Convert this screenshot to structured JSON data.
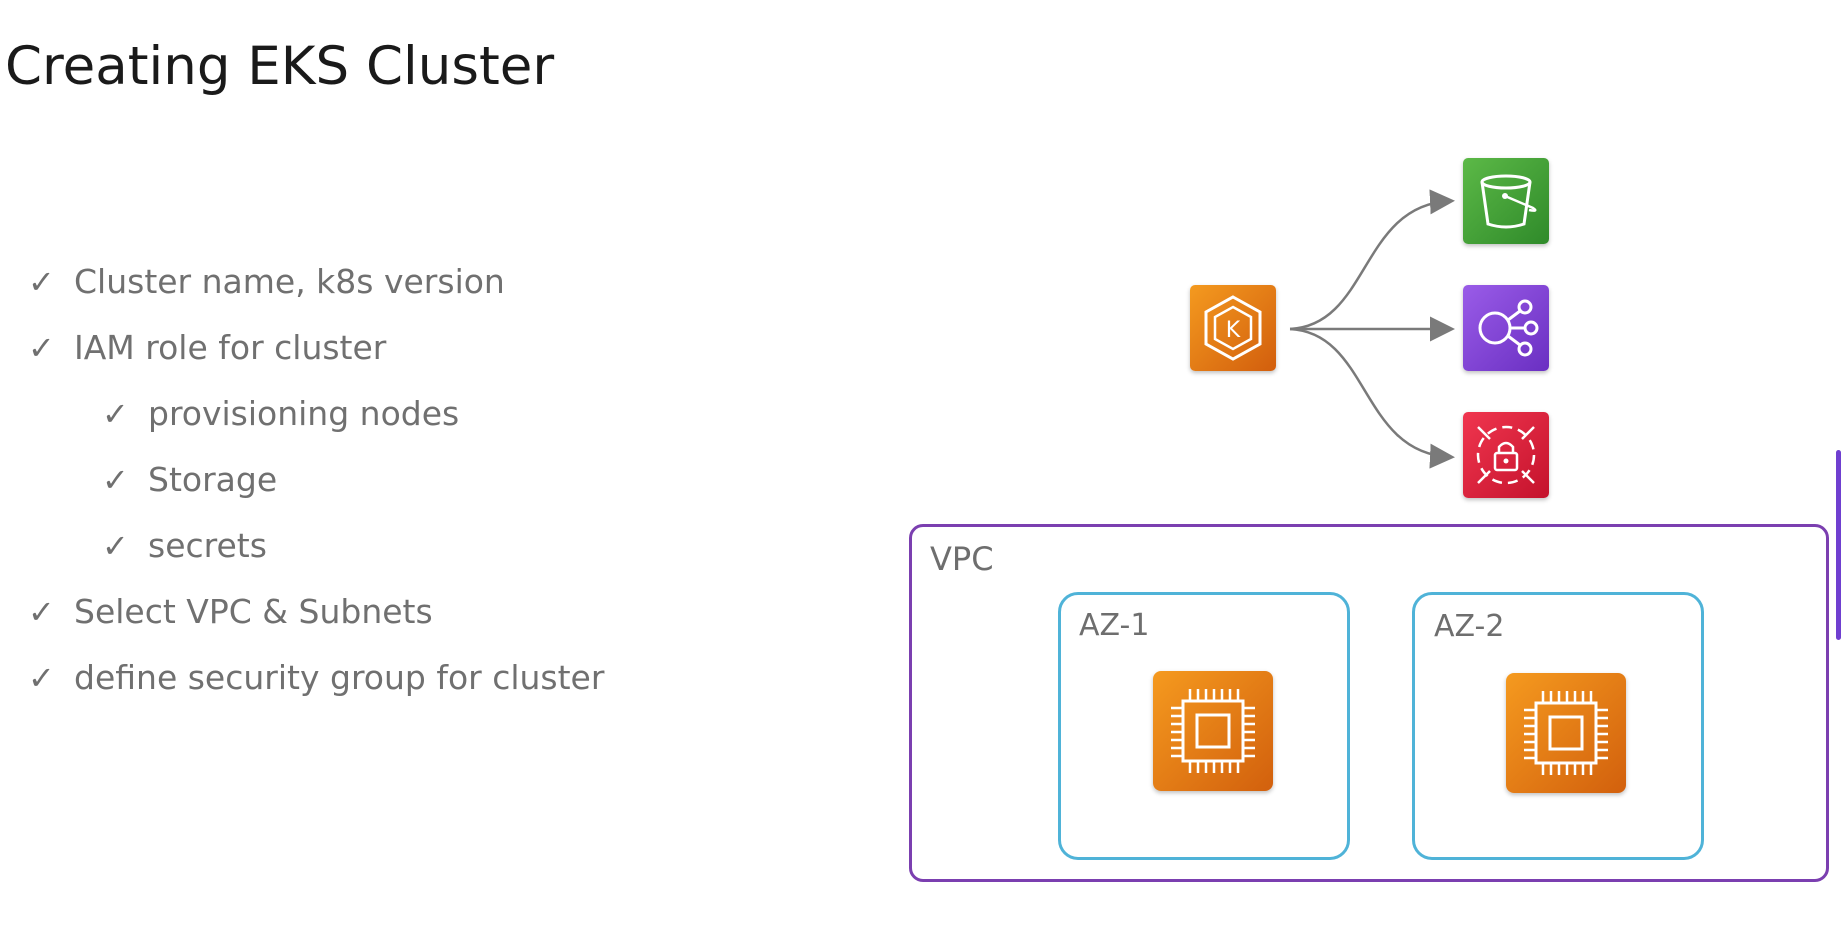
{
  "title": "Creating EKS Cluster",
  "checklist": [
    {
      "text": "Cluster name, k8s version",
      "level": 1
    },
    {
      "text": "IAM role for cluster",
      "level": 1
    },
    {
      "text": "provisioning nodes",
      "level": 2
    },
    {
      "text": "Storage",
      "level": 2
    },
    {
      "text": "secrets",
      "level": 2
    },
    {
      "text": "Select VPC & Subnets",
      "level": 1
    },
    {
      "text": "define security group for cluster",
      "level": 1
    }
  ],
  "check_glyph": "✓",
  "diagram": {
    "source_icon": {
      "name": "eks-icon",
      "letter": "K",
      "color": "#e8740f"
    },
    "targets": [
      {
        "name": "s3-bucket-icon",
        "color": "#3f9a34"
      },
      {
        "name": "eventbridge-icon",
        "color": "#7b3fd1"
      },
      {
        "name": "secrets-manager-icon",
        "color": "#d91f3c"
      }
    ],
    "vpc": {
      "label": "VPC",
      "color": "#7b3fb0",
      "zones": [
        {
          "label": "AZ-1",
          "icon": "ec2-instance-icon"
        },
        {
          "label": "AZ-2",
          "icon": "ec2-instance-icon"
        }
      ],
      "zone_color": "#4fb3d8"
    },
    "arrow_color": "#7a7a7a"
  }
}
